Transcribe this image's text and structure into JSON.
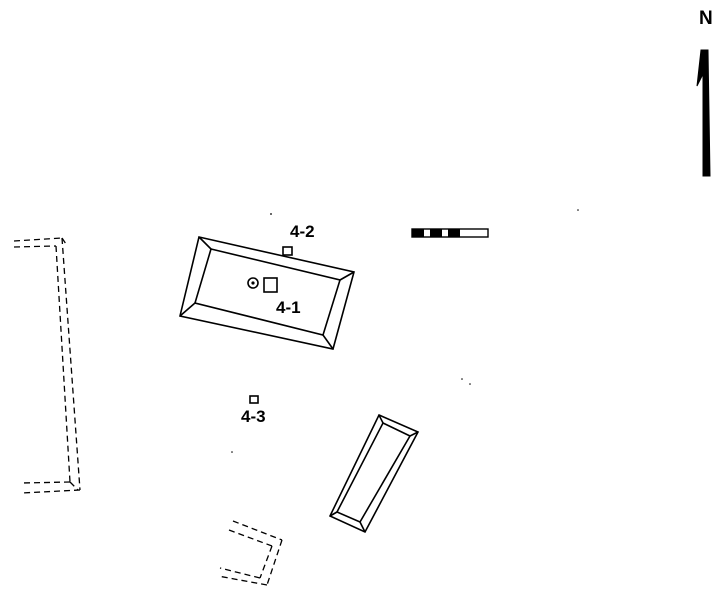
{
  "north_arrow": {
    "label": "N"
  },
  "features": [
    {
      "id": "4-1",
      "label": "4-1"
    },
    {
      "id": "4-2",
      "label": "4-2"
    },
    {
      "id": "4-3",
      "label": "4-3"
    }
  ],
  "colors": {
    "ink": "#000000",
    "background": "#ffffff"
  }
}
